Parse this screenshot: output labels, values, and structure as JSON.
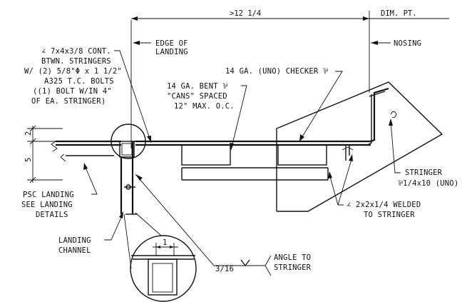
{
  "dimensions": {
    "top_dim": ">12 1/4",
    "dim_pt": "DIM. PT.",
    "vert_2": "2",
    "vert_5": "5",
    "detail_1": "1"
  },
  "callouts": {
    "edge_of_landing": [
      "EDGE OF",
      "LANDING"
    ],
    "nosing": "NOSING",
    "angle_cont": [
      "∠ 7x4x3/8 CONT.",
      "BTWN. STRINGERS",
      "W/ (2) 5/8\"Φ x 1 1/2\"",
      "A325 T.C. BOLTS",
      "((1) BOLT W/IN 4\"",
      "OF EA. STRINGER)"
    ],
    "checker_plate": "14 GA. (UNO) CHECKER ⅌",
    "bent_plate": [
      "14 GA. BENT ⅌",
      "\"CANS\" SPACED",
      "12\" MAX. O.C."
    ],
    "stringer": [
      "STRINGER",
      "⅌1/4x10 (UNO)"
    ],
    "psc_landing": [
      "PSC LANDING",
      "SEE LANDING",
      "DETAILS"
    ],
    "welded_angle": [
      "∠ 2x2x1/4 WELDED",
      "TO STRINGER"
    ],
    "landing_channel": [
      "LANDING",
      "CHANNEL"
    ],
    "weld_size": "3/16",
    "angle_to_stringer": [
      "ANGLE TO",
      "STRINGER"
    ]
  }
}
